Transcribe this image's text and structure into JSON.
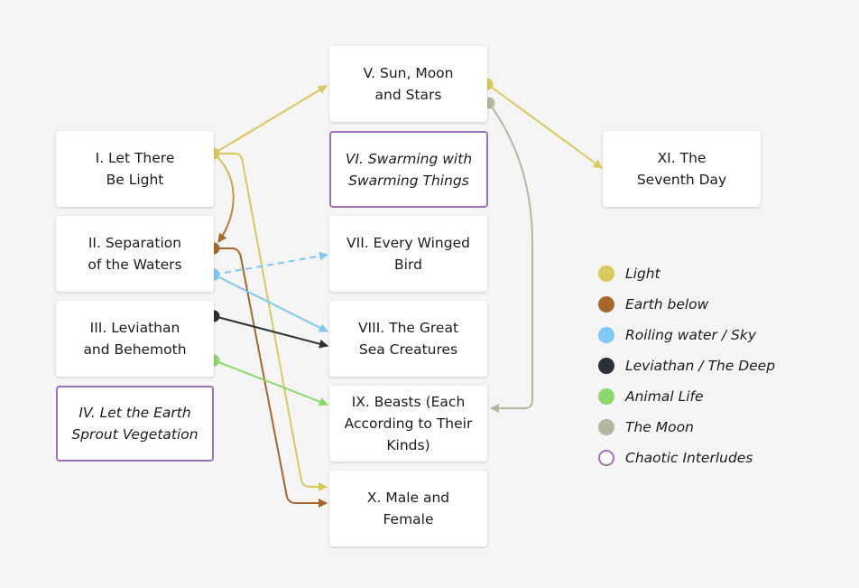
{
  "diagram": {
    "nodes": [
      {
        "id": "n1",
        "label": "I. Let There\nBe Light",
        "chaotic": false
      },
      {
        "id": "n2",
        "label": "II. Separation\nof the Waters",
        "chaotic": false
      },
      {
        "id": "n3",
        "label": "III. Leviathan\nand Behemoth",
        "chaotic": false
      },
      {
        "id": "n4",
        "label": "IV. Let the Earth\nSprout Vegetation",
        "chaotic": true
      },
      {
        "id": "n5",
        "label": "V. Sun, Moon\nand Stars",
        "chaotic": false
      },
      {
        "id": "n6",
        "label": "VI. Swarming with\nSwarming Things",
        "chaotic": true
      },
      {
        "id": "n7",
        "label": "VII. Every Winged\nBird",
        "chaotic": false
      },
      {
        "id": "n8",
        "label": "VIII. The Great\nSea Creatures",
        "chaotic": false
      },
      {
        "id": "n9",
        "label": "IX. Beasts (Each\nAccording to Their\nKinds)",
        "chaotic": false
      },
      {
        "id": "n10",
        "label": "X. Male and\nFemale",
        "chaotic": false
      },
      {
        "id": "n11",
        "label": "XI. The\nSeventh Day",
        "chaotic": false
      }
    ],
    "edges": [
      {
        "from": "n1",
        "to": "n5",
        "theme": "light",
        "style": "solid"
      },
      {
        "from": "n1",
        "to": "n2",
        "theme": "light-to-earth",
        "style": "solid"
      },
      {
        "from": "n1",
        "to": "n10",
        "theme": "light",
        "style": "solid"
      },
      {
        "from": "n2",
        "to": "n10",
        "theme": "earth",
        "style": "solid"
      },
      {
        "from": "n2",
        "to": "n7",
        "theme": "water",
        "style": "dashed"
      },
      {
        "from": "n2",
        "to": "n8",
        "theme": "water",
        "style": "solid"
      },
      {
        "from": "n3",
        "to": "n8",
        "theme": "deep",
        "style": "solid"
      },
      {
        "from": "n3",
        "to": "n9",
        "theme": "animal",
        "style": "solid"
      },
      {
        "from": "n5",
        "to": "n11",
        "theme": "light",
        "style": "solid"
      },
      {
        "from": "n5",
        "to": "n9",
        "theme": "moon",
        "style": "solid"
      }
    ]
  },
  "legend": [
    {
      "key": "light",
      "label": "Light",
      "color": "#d9c95a",
      "hollow": false
    },
    {
      "key": "earth",
      "label": "Earth below",
      "color": "#a8672a",
      "hollow": false
    },
    {
      "key": "water",
      "label": "Roiling water / Sky",
      "color": "#7ec8f5",
      "hollow": false
    },
    {
      "key": "deep",
      "label": "Leviathan / The Deep",
      "color": "#2b3036",
      "hollow": false
    },
    {
      "key": "animal",
      "label": "Animal Life",
      "color": "#8cd86a",
      "hollow": false
    },
    {
      "key": "moon",
      "label": "The Moon",
      "color": "#b3b8a0",
      "hollow": false
    },
    {
      "key": "chaotic",
      "label": "Chaotic Interludes",
      "color": "#9a72b8",
      "hollow": true
    }
  ]
}
